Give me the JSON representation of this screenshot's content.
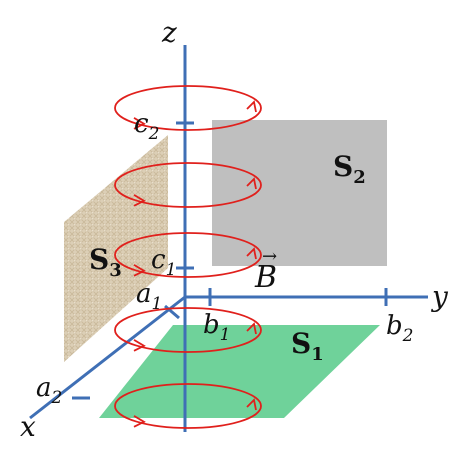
{
  "axes": {
    "x": "x",
    "y": "y",
    "z": "z"
  },
  "ticks": {
    "a1": {
      "base": "a",
      "sub": "1"
    },
    "a2": {
      "base": "a",
      "sub": "2"
    },
    "b1": {
      "base": "b",
      "sub": "1"
    },
    "b2": {
      "base": "b",
      "sub": "2"
    },
    "c1": {
      "base": "c",
      "sub": "1"
    },
    "c2": {
      "base": "c",
      "sub": "2"
    }
  },
  "surfaces": {
    "s1": {
      "base": "S",
      "sub": "1"
    },
    "s2": {
      "base": "S",
      "sub": "2"
    },
    "s3": {
      "base": "S",
      "sub": "3"
    }
  },
  "field": {
    "label": "B",
    "arrow": "→"
  },
  "colors": {
    "axis": "#3f6fb5",
    "loop": "#e0201c",
    "s1": "#6fd29a",
    "s2": "#bfbfbf",
    "s3": "#dccfb6",
    "text": "#111111"
  }
}
